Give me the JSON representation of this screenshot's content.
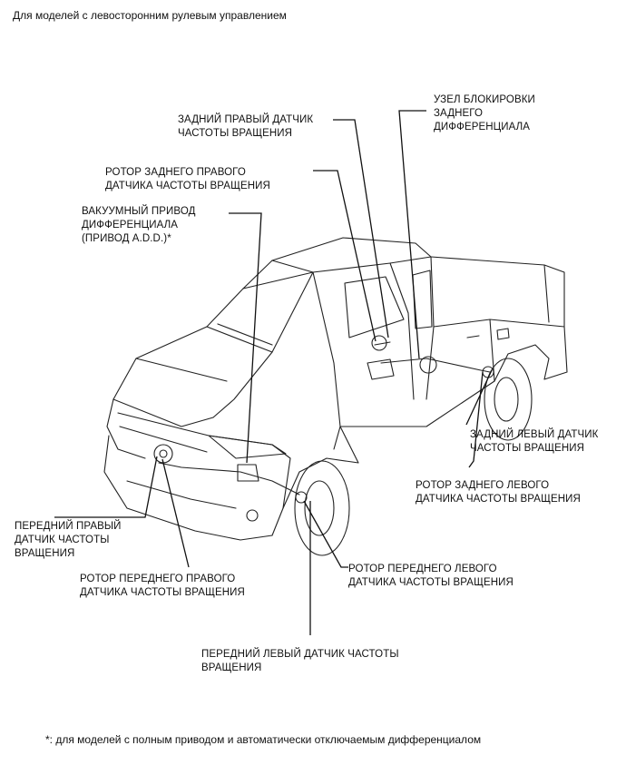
{
  "header": "Для моделей с левосторонним рулевым управлением",
  "labels": {
    "rear_diff_lock": [
      "УЗЕЛ БЛОКИРОВКИ",
      "ЗАДНЕГО",
      "ДИФФЕРЕНЦИАЛА"
    ],
    "rear_right_sensor": [
      "ЗАДНИЙ ПРАВЫЙ ДАТЧИК",
      "ЧАСТОТЫ ВРАЩЕНИЯ"
    ],
    "rear_right_rotor": [
      "РОТОР ЗАДНЕГО ПРАВОГО",
      "ДАТЧИКА ЧАСТОТЫ ВРАЩЕНИЯ"
    ],
    "vacuum_actuator": [
      "ВАКУУМНЫЙ ПРИВОД",
      "ДИФФЕРЕНЦИАЛА",
      "(ПРИВОД A.D.D.)*"
    ],
    "rear_left_sensor": [
      "ЗАДНИЙ ЛЕВЫЙ ДАТЧИК",
      "ЧАСТОТЫ ВРАЩЕНИЯ"
    ],
    "rear_left_rotor": [
      "РОТОР ЗАДНЕГО ЛЕВОГО",
      "ДАТЧИКА ЧАСТОТЫ ВРАЩЕНИЯ"
    ],
    "front_right_sensor": [
      "ПЕРЕДНИЙ ПРАВЫЙ",
      "ДАТЧИК ЧАСТОТЫ",
      "ВРАЩЕНИЯ"
    ],
    "front_right_rotor": [
      "РОТОР ПЕРЕДНЕГО ПРАВОГО",
      "ДАТЧИКА ЧАСТОТЫ ВРАЩЕНИЯ"
    ],
    "front_left_rotor": [
      "РОТОР ПЕРЕДНЕГО ЛЕВОГО",
      "ДАТЧИКА ЧАСТОТЫ ВРАЩЕНИЯ"
    ],
    "front_left_sensor": [
      "ПЕРЕДНИЙ ЛЕВЫЙ ДАТЧИК ЧАСТОТЫ",
      "ВРАЩЕНИЯ"
    ]
  },
  "footnote": "*: для моделей с полным приводом и автоматически отключаемым дифференциалом"
}
